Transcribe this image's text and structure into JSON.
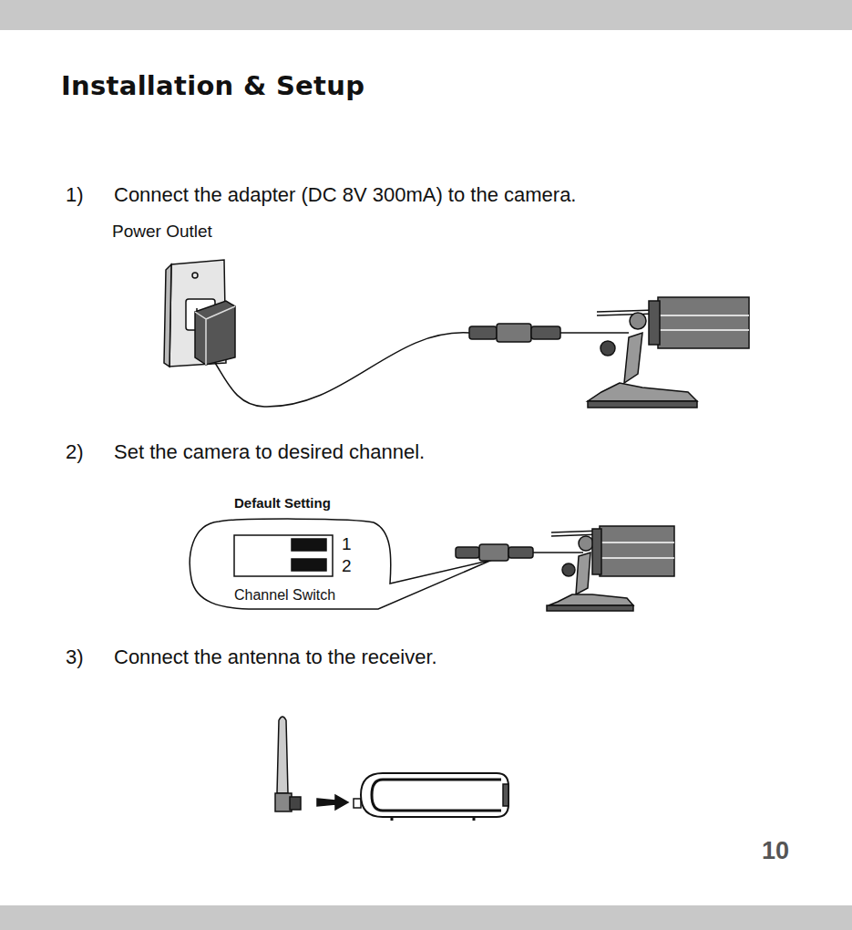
{
  "diagram": {
    "title": "Installation & Setup",
    "nodes": [
      {
        "text": [
          "Default Setting",
          "1",
          "2",
          "Channel Switch"
        ]
      }
    ],
    "labels": [
      "1)",
      "Connect the adapter (DC 8V 300mA) to the camera.",
      "Power Outlet",
      "2)",
      "Set the camera to desired channel.",
      "3)",
      "Connect the antenna to the receiver.",
      "10"
    ]
  }
}
